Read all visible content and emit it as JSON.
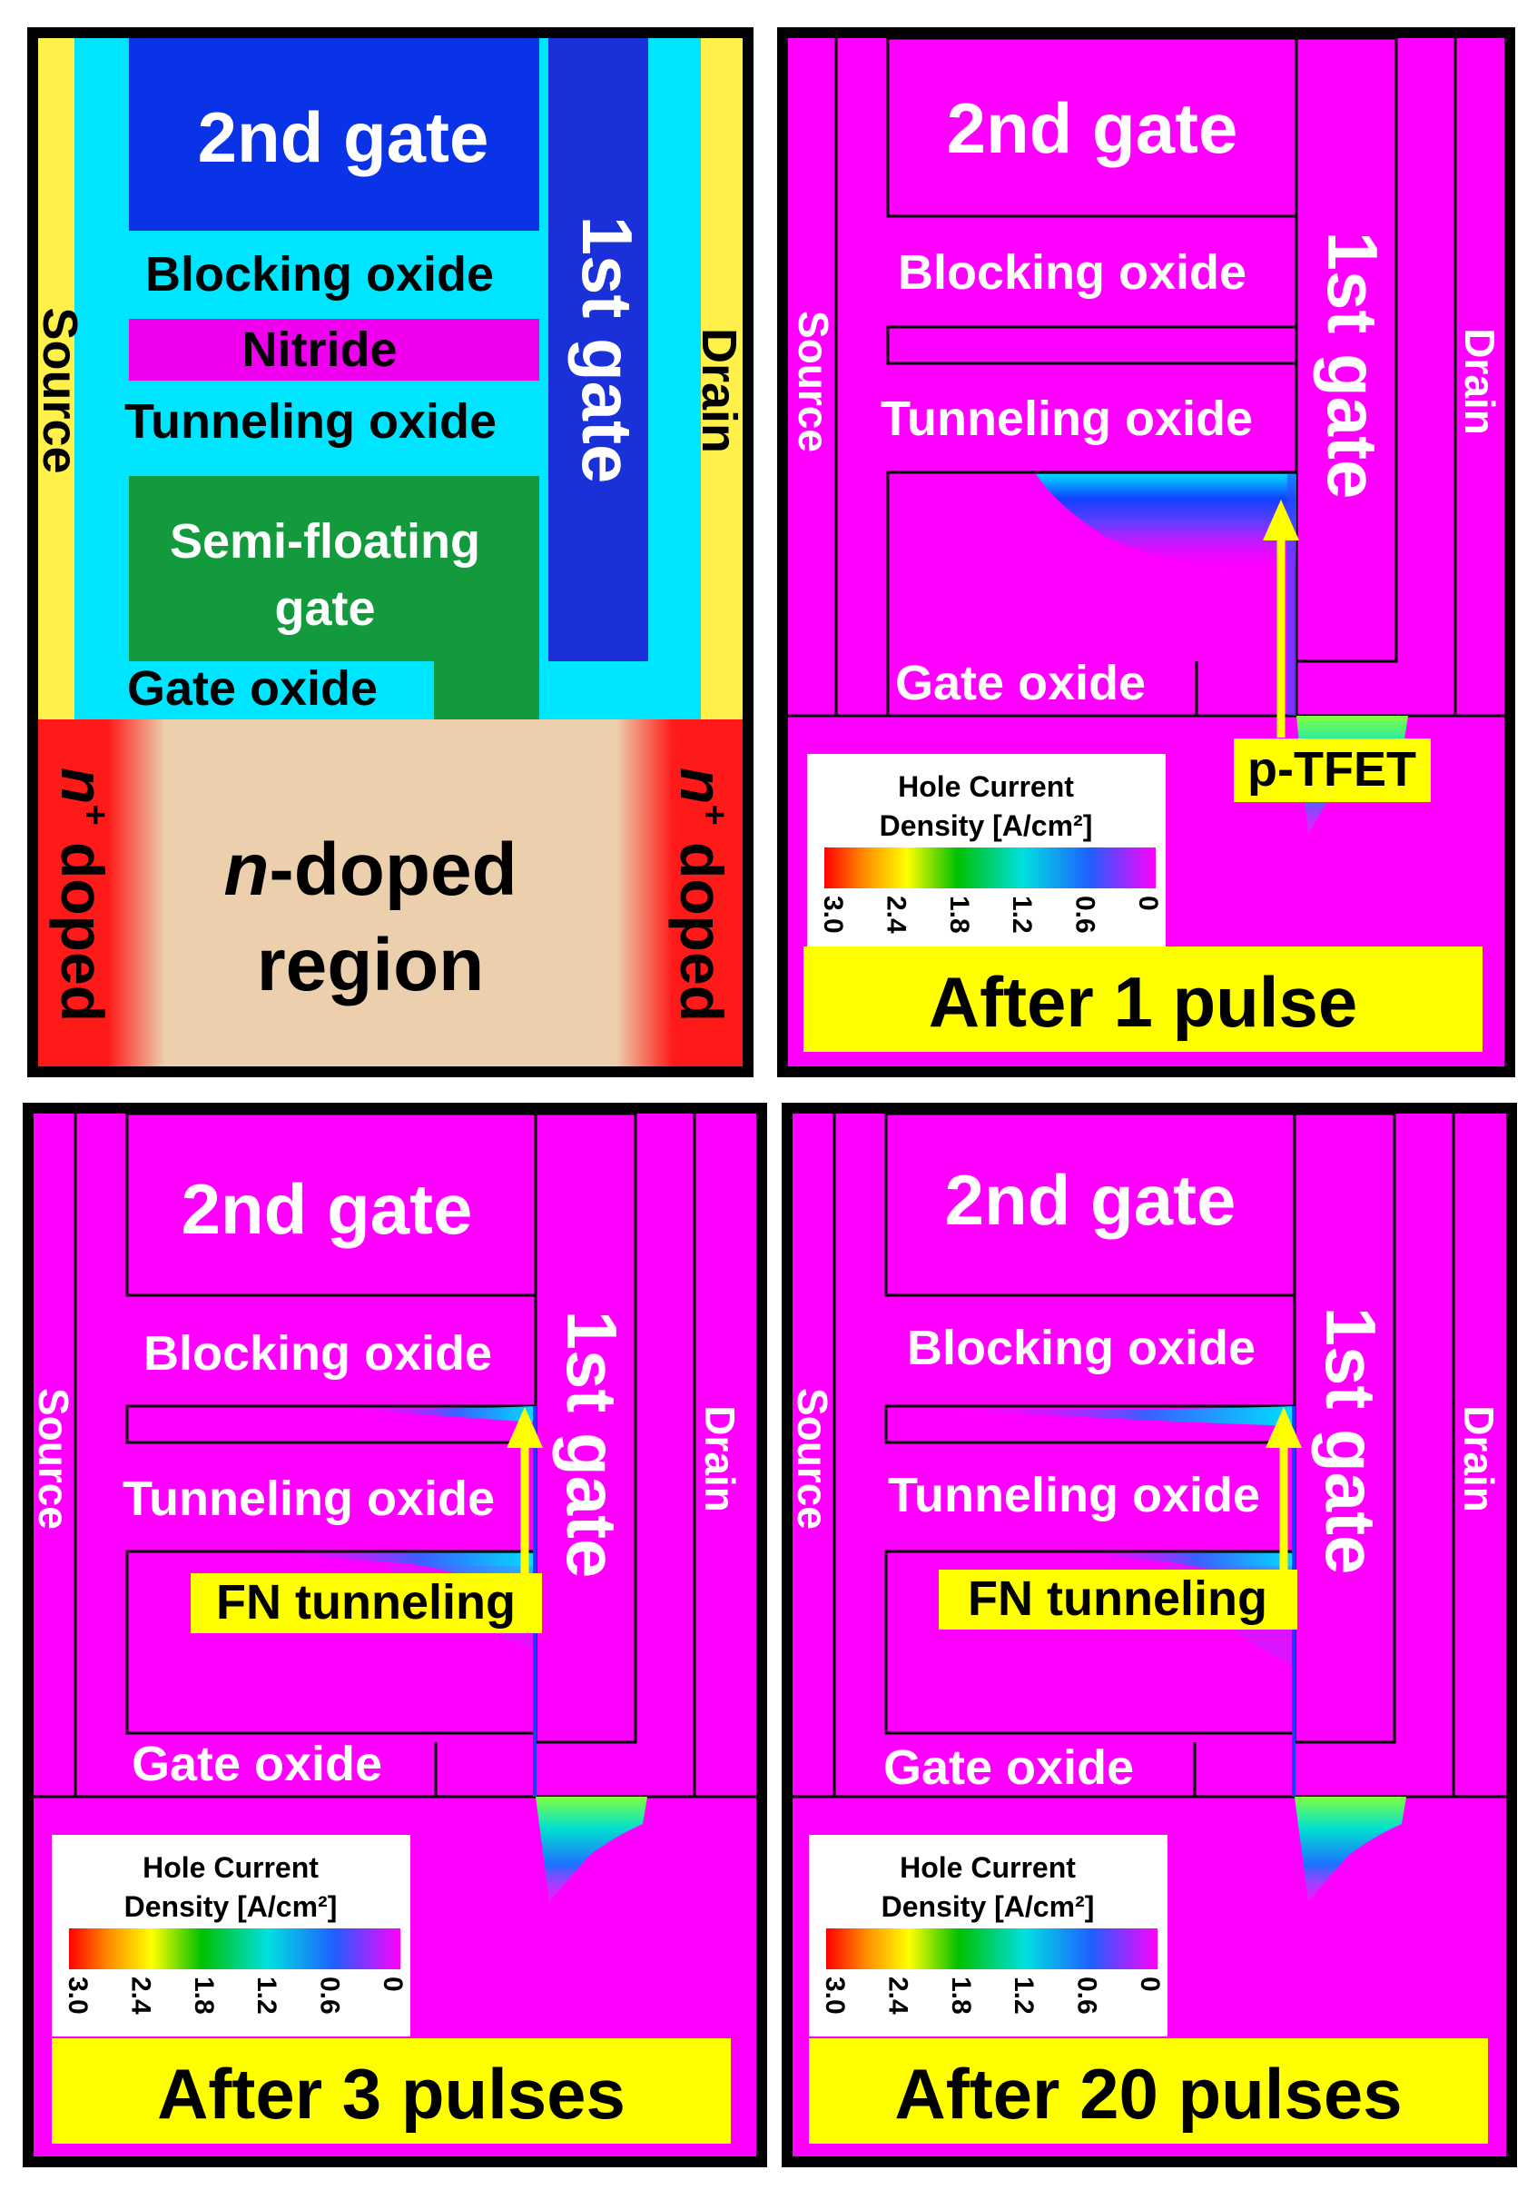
{
  "panel_a": {
    "second_gate": "2nd gate",
    "first_gate": "1st gate",
    "blocking_oxide": "Blocking oxide",
    "nitride": "Nitride",
    "tunneling_oxide": "Tunneling oxide",
    "semi_floating_1": "Semi-floating",
    "semi_floating_2": "gate",
    "gate_oxide": "Gate oxide",
    "source": "Source",
    "drain": "Drain",
    "n_left_letter": "n",
    "n_left_sup": "+",
    "n_left_rest": " doped",
    "n_right_letter": "n",
    "n_right_sup": "+",
    "n_right_rest": " doped",
    "ndoped_1a": "n",
    "ndoped_1b": "-doped",
    "ndoped_2": "region"
  },
  "panel_b": {
    "second_gate": "2nd gate",
    "first_gate": "1st gate",
    "blocking_oxide": "Blocking oxide",
    "tunneling_oxide": "Tunneling oxide",
    "gate_oxide": "Gate oxide",
    "source": "Source",
    "drain": "Drain",
    "annotation": "p-TFET",
    "legend_title_1": "Hole Current",
    "legend_title_2": "Density [A/cm²]",
    "legend_ticks": [
      "3.0",
      "2.4",
      "1.8",
      "1.2",
      "0.6",
      "0"
    ],
    "caption": "After 1 pulse"
  },
  "panel_c": {
    "second_gate": "2nd gate",
    "first_gate": "1st gate",
    "blocking_oxide": "Blocking oxide",
    "tunneling_oxide": "Tunneling oxide",
    "gate_oxide": "Gate oxide",
    "source": "Source",
    "drain": "Drain",
    "annotation": "FN tunneling",
    "legend_title_1": "Hole Current",
    "legend_title_2": "Density [A/cm²]",
    "legend_ticks": [
      "3.0",
      "2.4",
      "1.8",
      "1.2",
      "0.6",
      "0"
    ],
    "caption": "After 3 pulses"
  },
  "panel_d": {
    "second_gate": "2nd gate",
    "first_gate": "1st gate",
    "blocking_oxide": "Blocking oxide",
    "tunneling_oxide": "Tunneling oxide",
    "gate_oxide": "Gate oxide",
    "source": "Source",
    "drain": "Drain",
    "annotation": "FN tunneling",
    "legend_title_1": "Hole Current",
    "legend_title_2": "Density [A/cm²]",
    "legend_ticks": [
      "3.0",
      "2.4",
      "1.8",
      "1.2",
      "0.6",
      "0"
    ],
    "caption": "After 20 pulses"
  },
  "colors": {
    "magenta": "#ff00ff",
    "cyan": "#00e5ff",
    "second_gate_blue": "#0a32e6",
    "first_gate_blue": "#1a30d8",
    "semi_floating_green": "#129a3c",
    "nitride_magenta": "#ee00ee",
    "source_drain_yellow": "#fff04a",
    "n_plus_red": "#ff1a1a",
    "n_region_tan": "#ecd0ad",
    "annotation_yellow": "#ffff00"
  }
}
